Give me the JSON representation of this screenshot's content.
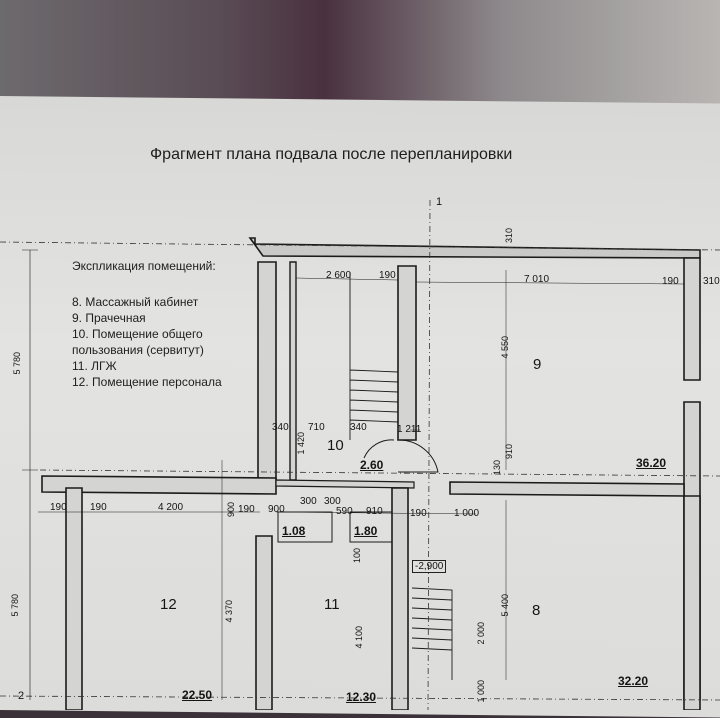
{
  "title": "Фрагмент плана подвала после перепланировки",
  "legend": {
    "heading": "Экспликация помещений:",
    "items": [
      "8. Массажный кабинет",
      "9. Прачечная",
      "10. Помещение общего",
      "пользования (сервитут)",
      "11. ЛГЖ",
      "12. Помещение персонала"
    ]
  },
  "rooms": {
    "r8": "8",
    "r9": "9",
    "r10": "10",
    "r11": "11",
    "r12": "12"
  },
  "areas": {
    "a9": "36.20",
    "a8": "32.20",
    "a10": "2.60",
    "a12": "22.50",
    "a11": "12.30",
    "a108": "1.08",
    "a180": "1.80"
  },
  "dims": {
    "d2600": "2 600",
    "d190a": "190",
    "d7010": "7 010",
    "d190b": "190",
    "d310a": "310",
    "d310b": "310",
    "d4550": "4 550",
    "d5780a": "5 780",
    "d5780b": "5 780",
    "d340a": "340",
    "d710": "710",
    "d340b": "340",
    "d1211": "1 211",
    "d1420": "1 420",
    "d190c": "190",
    "d190d": "190",
    "d4200": "4 200",
    "d190e": "190",
    "d900a": "900",
    "d300a": "300",
    "d300b": "300",
    "d590": "590",
    "d910a": "910",
    "d190f": "190",
    "d1000a": "1 000",
    "d900b": "900",
    "d4370": "4 370",
    "d4100": "4 100",
    "d5400": "5 400",
    "d2000": "2 000",
    "d1000b": "1 000",
    "d130a": "130",
    "d910b": "910",
    "d100": "100",
    "d2900": "-2,900",
    "axis1": "1",
    "axis2": "2"
  }
}
